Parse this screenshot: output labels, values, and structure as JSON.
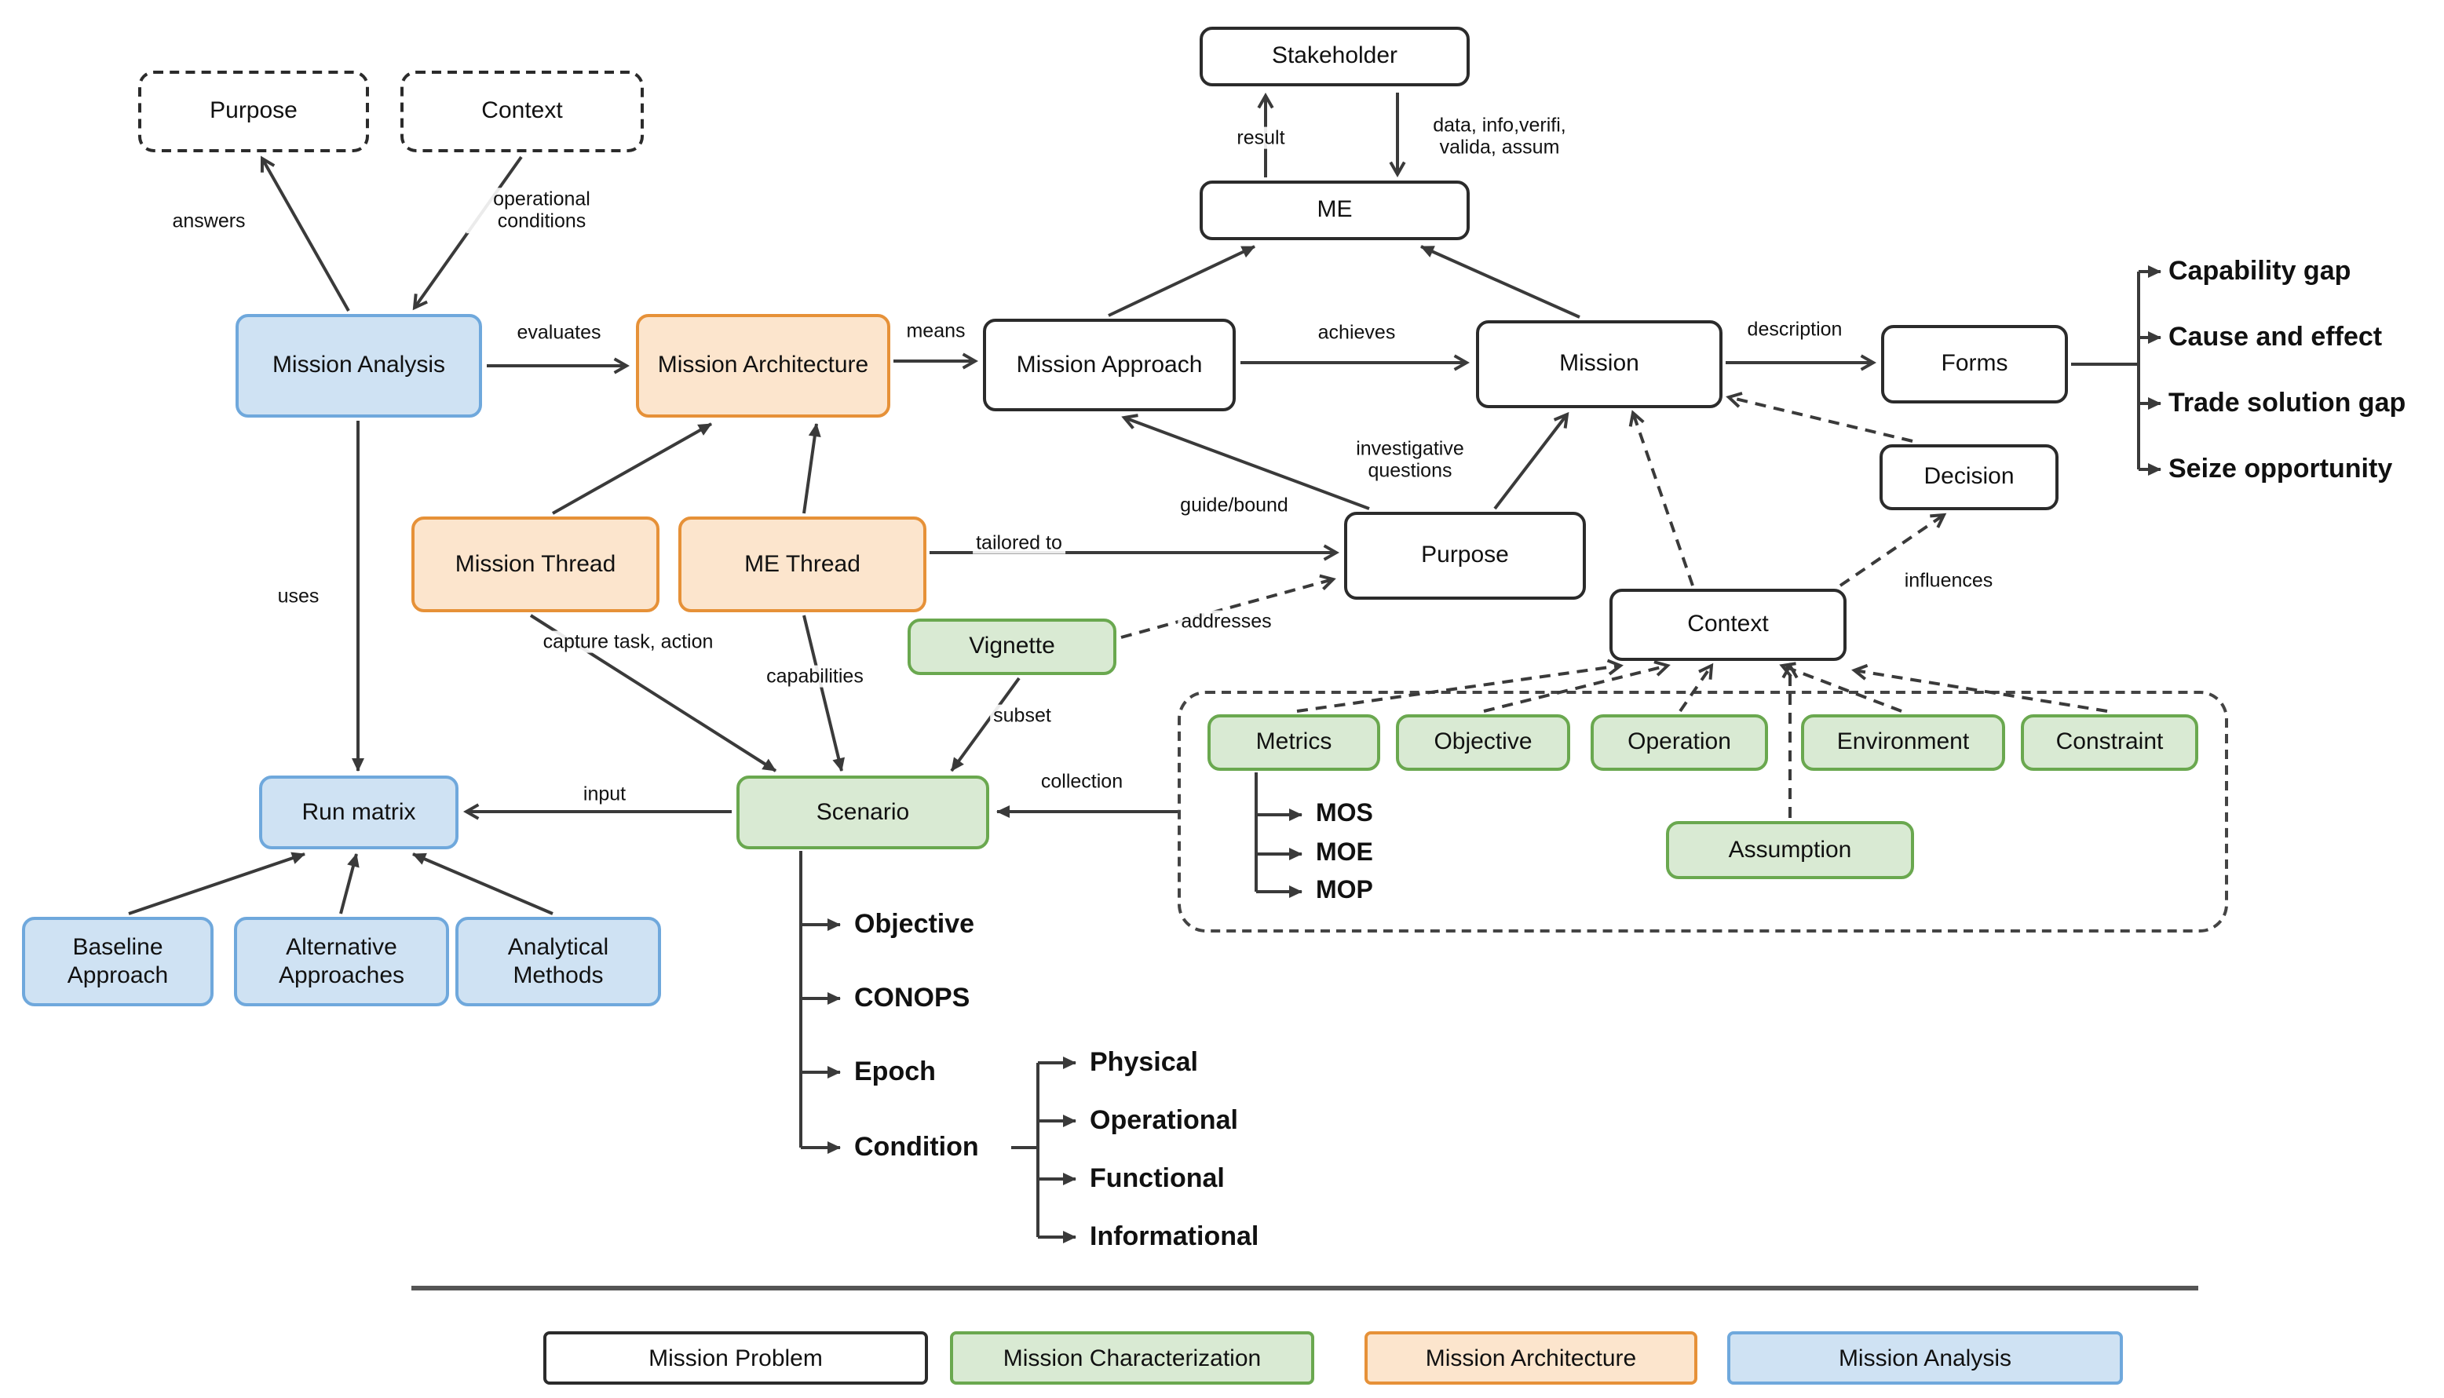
{
  "nodes": {
    "purpose_dashed": "Purpose",
    "context_dashed": "Context",
    "stakeholder": "Stakeholder",
    "me": "ME",
    "mission_analysis": "Mission Analysis",
    "mission_architecture": "Mission Architecture",
    "mission_approach": "Mission Approach",
    "mission": "Mission",
    "forms": "Forms",
    "decision": "Decision",
    "mission_thread": "Mission Thread",
    "me_thread": "ME Thread",
    "purpose": "Purpose",
    "context": "Context",
    "vignette": "Vignette",
    "scenario": "Scenario",
    "run_matrix": "Run matrix",
    "baseline_approach": "Baseline Approach",
    "alternative_approaches": "Alternative Approaches",
    "analytical_methods": "Analytical Methods",
    "metrics": "Metrics",
    "objective": "Objective",
    "operation": "Operation",
    "environment": "Environment",
    "constraint": "Constraint",
    "assumption": "Assumption"
  },
  "edge_labels": {
    "answers": "answers",
    "operational_conditions": "operational conditions",
    "evaluates": "evaluates",
    "means": "means",
    "achieves": "achieves",
    "description": "description",
    "result": "result",
    "data_info": "data, info,verifi, valida, assum",
    "investigative_questions": "investigative questions",
    "guide_bound": "guide/bound",
    "tailored_to": "tailored to",
    "addresses": "addresses",
    "influences": "influences",
    "uses": "uses",
    "capture_task_action": "capture task, action",
    "capabilities": "capabilities",
    "subset": "subset",
    "input": "input",
    "collection": "collection"
  },
  "forms_outputs": [
    "Capability gap",
    "Cause and effect",
    "Trade solution gap",
    "Seize opportunity"
  ],
  "metrics_items": [
    "MOS",
    "MOE",
    "MOP"
  ],
  "scenario_items": [
    "Objective",
    "CONOPS",
    "Epoch",
    "Condition"
  ],
  "condition_items": [
    "Physical",
    "Operational",
    "Functional",
    "Informational"
  ],
  "legend": [
    {
      "label": "Mission Problem",
      "fill": "#ffffff",
      "border": "#2b2b2b"
    },
    {
      "label": "Mission Characterization",
      "fill": "#d9ead3",
      "border": "#6aa84f"
    },
    {
      "label": "Mission Architecture",
      "fill": "#fce5cd",
      "border": "#e69138"
    },
    {
      "label": "Mission Analysis",
      "fill": "#cfe2f3",
      "border": "#6fa8dc"
    }
  ],
  "colors": {
    "analysis_fill": "#cfe2f3",
    "analysis_border": "#6fa8dc",
    "architecture_fill": "#fce5cd",
    "architecture_border": "#e69138",
    "characterization_fill": "#d9ead3",
    "characterization_border": "#6aa84f",
    "problem_fill": "#ffffff",
    "problem_border": "#2b2b2b",
    "line": "#3a3a3a"
  }
}
